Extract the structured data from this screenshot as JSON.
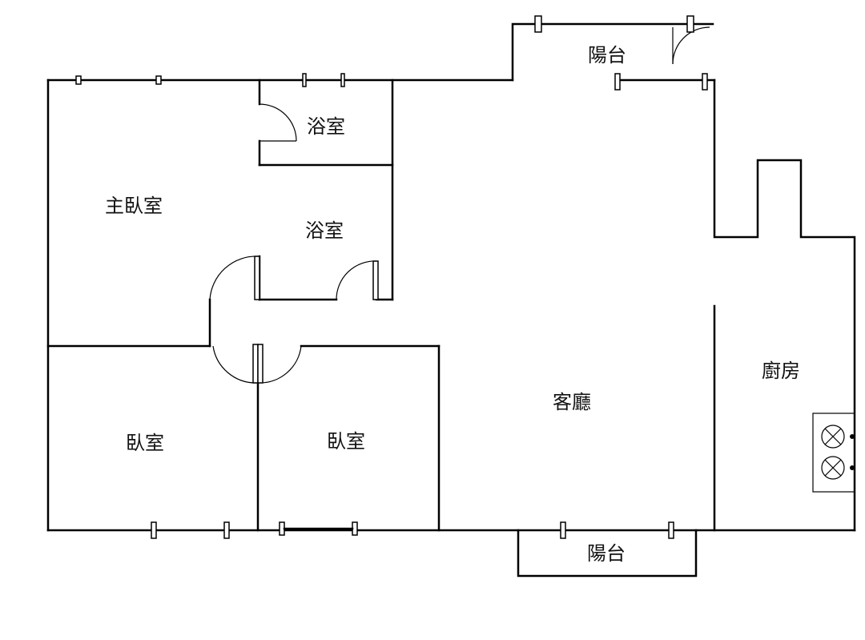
{
  "rooms": {
    "balcony_top": "陽台",
    "bath_top": "浴室",
    "bath_mid": "浴室",
    "master_bedroom": "主臥室",
    "kitchen": "廚房",
    "living_room": "客廳",
    "bedroom_left": "臥室",
    "bedroom_mid": "臥室",
    "balcony_bottom": "陽台"
  }
}
